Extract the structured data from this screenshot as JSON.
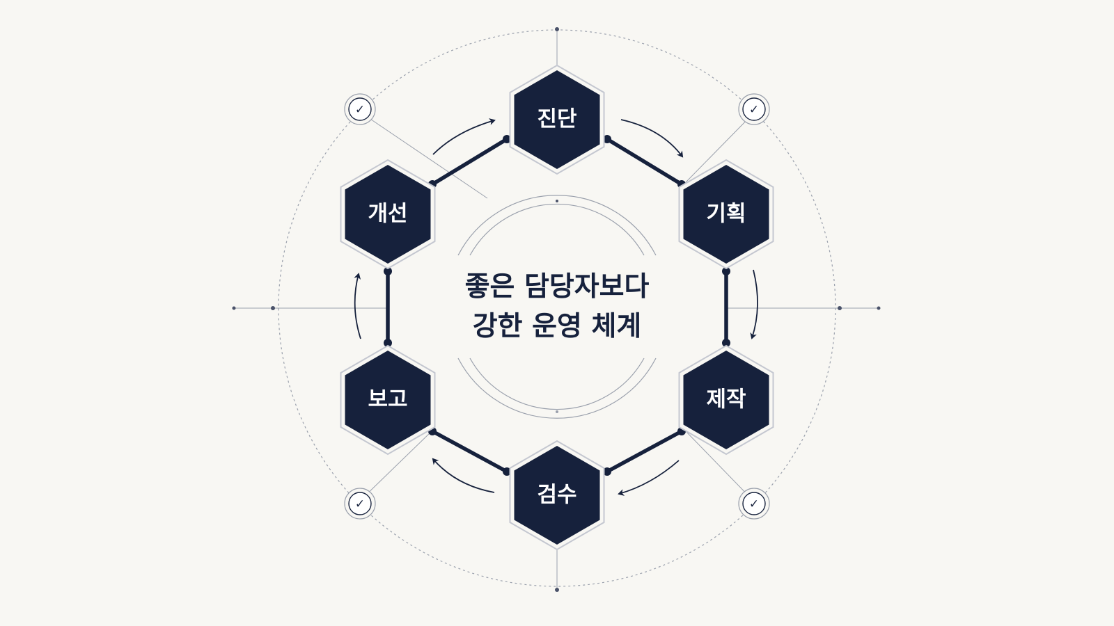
{
  "center_title": {
    "line1": "좋은 담당자보다",
    "line2": "강한 운영 체계"
  },
  "cycle_steps": [
    {
      "label": "진단"
    },
    {
      "label": "기획"
    },
    {
      "label": "제작"
    },
    {
      "label": "검수"
    },
    {
      "label": "보고"
    },
    {
      "label": "개선"
    }
  ],
  "checkmarks": [
    "✓",
    "✓",
    "✓",
    "✓"
  ],
  "colors": {
    "background": "#f8f7f3",
    "navy": "#16213c",
    "guide_gray": "#9aa0ac",
    "hex_outline": "#c4c7d0"
  },
  "icons": {
    "checkmark": "check-circle-icon",
    "flow_arrow": "curved-arrow-icon",
    "connector_node": "dot-icon"
  }
}
